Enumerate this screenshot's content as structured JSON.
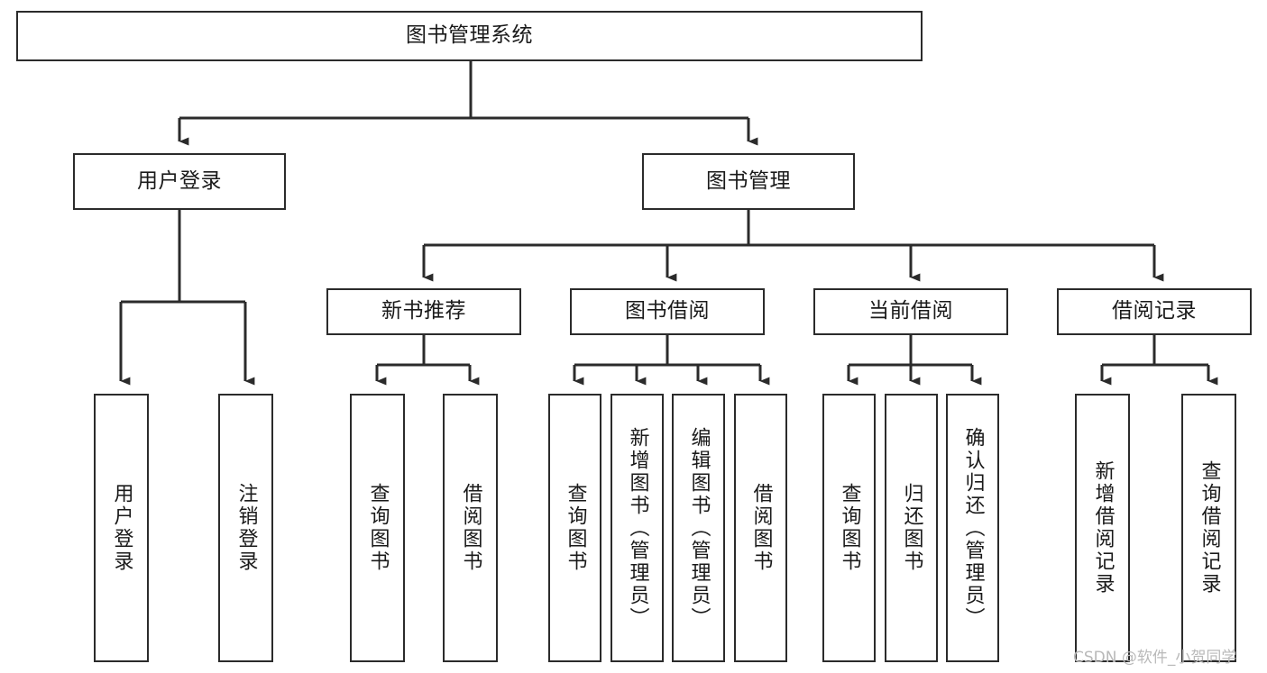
{
  "diagram": {
    "title": "图书管理系统",
    "type": "tree-hierarchy",
    "colors": {
      "stroke": "#2b2b2b",
      "fill": "#ffffff",
      "text": "#1a1a1a",
      "watermark": "#b9b9b9"
    },
    "root": {
      "id": "root",
      "label": "图书管理系统"
    },
    "level1": [
      {
        "id": "user-login",
        "label": "用户登录"
      },
      {
        "id": "book-management",
        "label": "图书管理"
      }
    ],
    "level2": [
      {
        "id": "new-book-recommend",
        "label": "新书推荐",
        "parent": "book-management"
      },
      {
        "id": "book-borrow",
        "label": "图书借阅",
        "parent": "book-management"
      },
      {
        "id": "current-borrow",
        "label": "当前借阅",
        "parent": "book-management"
      },
      {
        "id": "borrow-record",
        "label": "借阅记录",
        "parent": "book-management"
      }
    ],
    "leaves": [
      {
        "id": "leaf-user-login",
        "label": "用户登录",
        "parent": "user-login"
      },
      {
        "id": "leaf-logout-login",
        "label": "注销登录",
        "parent": "user-login"
      },
      {
        "id": "leaf-query-book-1",
        "label": "查询图书",
        "parent": "new-book-recommend"
      },
      {
        "id": "leaf-borrow-book-1",
        "label": "借阅图书",
        "parent": "new-book-recommend"
      },
      {
        "id": "leaf-query-book-2",
        "label": "查询图书",
        "parent": "book-borrow"
      },
      {
        "id": "leaf-add-book",
        "label": "新增图书（管理员）",
        "parent": "book-borrow"
      },
      {
        "id": "leaf-edit-book",
        "label": "编辑图书（管理员）",
        "parent": "book-borrow"
      },
      {
        "id": "leaf-borrow-book-2",
        "label": "借阅图书",
        "parent": "book-borrow"
      },
      {
        "id": "leaf-query-book-3",
        "label": "查询图书",
        "parent": "current-borrow"
      },
      {
        "id": "leaf-return-book",
        "label": "归还图书",
        "parent": "current-borrow"
      },
      {
        "id": "leaf-confirm-return",
        "label": "确认归还（管理员）",
        "parent": "current-borrow"
      },
      {
        "id": "leaf-add-record",
        "label": "新增借阅记录",
        "parent": "borrow-record"
      },
      {
        "id": "leaf-query-record",
        "label": "查询借阅记录",
        "parent": "borrow-record"
      }
    ]
  },
  "watermark": {
    "text": "CSDN @软件_小贺同学"
  }
}
